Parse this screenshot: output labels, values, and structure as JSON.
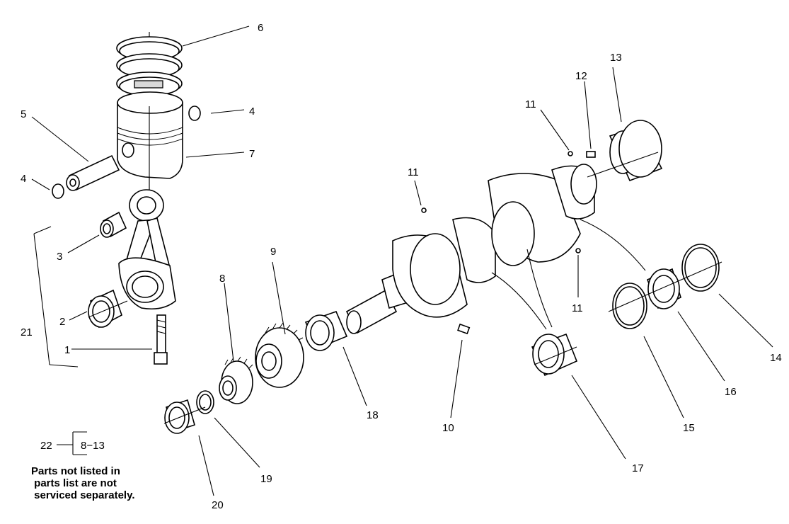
{
  "callouts": [
    {
      "id": "c1",
      "text": "1"
    },
    {
      "id": "c2",
      "text": "2"
    },
    {
      "id": "c3",
      "text": "3"
    },
    {
      "id": "c4a",
      "text": "4"
    },
    {
      "id": "c4b",
      "text": "4"
    },
    {
      "id": "c5",
      "text": "5"
    },
    {
      "id": "c6",
      "text": "6"
    },
    {
      "id": "c7",
      "text": "7"
    },
    {
      "id": "c8",
      "text": "8"
    },
    {
      "id": "c9",
      "text": "9"
    },
    {
      "id": "c10",
      "text": "10"
    },
    {
      "id": "c11a",
      "text": "11"
    },
    {
      "id": "c11b",
      "text": "11"
    },
    {
      "id": "c11c",
      "text": "11"
    },
    {
      "id": "c12",
      "text": "12"
    },
    {
      "id": "c13",
      "text": "13"
    },
    {
      "id": "c14",
      "text": "14"
    },
    {
      "id": "c15",
      "text": "15"
    },
    {
      "id": "c16",
      "text": "16"
    },
    {
      "id": "c17",
      "text": "17"
    },
    {
      "id": "c18",
      "text": "18"
    },
    {
      "id": "c19",
      "text": "19"
    },
    {
      "id": "c20",
      "text": "20"
    },
    {
      "id": "c21",
      "text": "21"
    }
  ],
  "group": {
    "id": "22",
    "range": "8−13"
  },
  "note": [
    "Parts not listed in",
    " parts list are not",
    " serviced separately."
  ]
}
